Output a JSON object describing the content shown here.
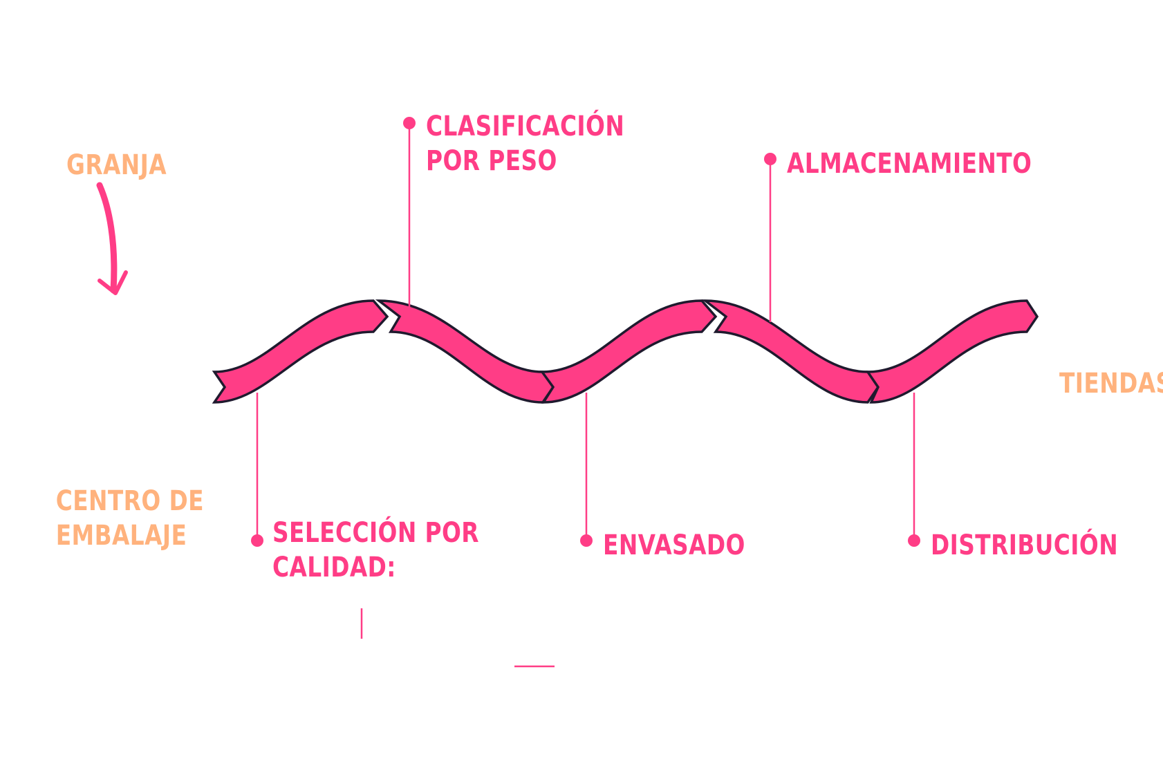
{
  "colors": {
    "accent": "#ff3d86",
    "orange": "#ffb27d",
    "outline": "#1f1a2e"
  },
  "labels": {
    "granja": "GRANJA",
    "centro": [
      "CENTRO DE",
      "EMBALAJE"
    ],
    "tiendas": "TIENDAS"
  },
  "steps": {
    "seleccion": [
      "SELECCIÓN POR",
      "CALIDAD:"
    ],
    "clasificacion": [
      "CLASIFICACIÓN",
      "POR PESO"
    ],
    "envasado": [
      "ENVASADO"
    ],
    "almacenamiento": [
      "ALMACENAMIENTO"
    ],
    "distribucion": [
      "DISTRIBUCIÓN"
    ]
  }
}
